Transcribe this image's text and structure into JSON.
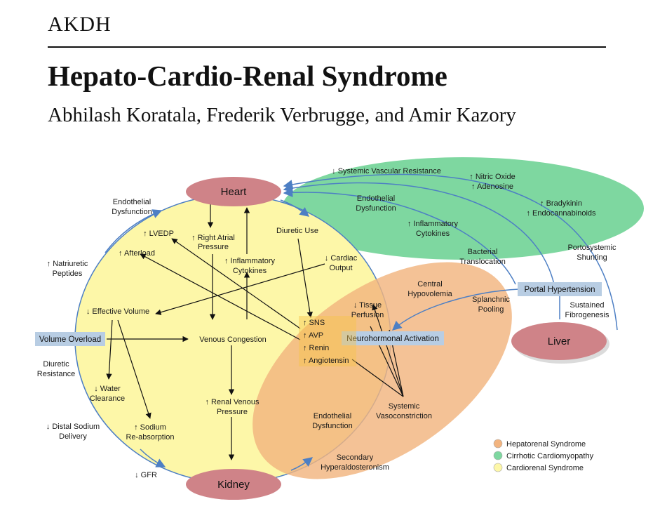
{
  "header": {
    "journal": "AKDH",
    "title": "Hepato-Cardio-Renal Syndrome",
    "authors": "Abhilash Koratala, Frederik Verbrugge, and Amir Kazory"
  },
  "colors": {
    "cardiorenal": "#fdf7a8",
    "hepatorenal": "#f2b47f",
    "cirrhotic": "#7ed7a0",
    "organ": "#cf8388",
    "box": "#b8cde3",
    "arrow_blue": "#4d7fc4",
    "highlight": "#f6c44c"
  },
  "organs": {
    "heart": "Heart",
    "kidney": "Kidney",
    "liver": "Liver"
  },
  "boxes": {
    "volume_overload": "Volume Overload",
    "neurohormonal": "Neurohormonal Activation",
    "portal_hypertension": "Portal Hypertension"
  },
  "labels": {
    "endothelial_dysfunction_1": [
      "Endothelial",
      "Dysfunction"
    ],
    "lvedp": "↑ LVEDP",
    "right_atrial_pressure": [
      "↑ Right Atrial",
      "Pressure"
    ],
    "diuretic_use": "Diuretic Use",
    "afterload": "↑ Afterload",
    "inflammatory_cytokines_1": [
      "↑ Inflammatory",
      "Cytokines"
    ],
    "cardiac_output": [
      "↓ Cardiac",
      "Output"
    ],
    "natriuretic_peptides": [
      "↑ Natriuretic",
      "Peptides"
    ],
    "effective_volume": "↓ Effective Volume",
    "tissue_perfusion": [
      "↓ Tissue",
      "Perfusion"
    ],
    "venous_congestion": "Venous Congestion",
    "hormones": [
      "↑ SNS",
      "↑ AVP",
      "↑ Renin",
      "↑ Angiotensin"
    ],
    "diuretic_resistance": [
      "Diuretic",
      "Resistance"
    ],
    "water_clearance": [
      "↓ Water",
      "Clearance"
    ],
    "renal_venous_pressure": [
      "↑ Renal Venous",
      "Pressure"
    ],
    "systemic_vasoconstriction": [
      "Systemic",
      "Vasoconstriction"
    ],
    "distal_sodium_delivery": [
      "↓ Distal Sodium",
      "Delivery"
    ],
    "sodium_reabsorption": [
      "↑ Sodium",
      "Re-absorption"
    ],
    "endothelial_dysfunction_2": [
      "Endothelial",
      "Dysfunction"
    ],
    "secondary_hyperaldosteronism": [
      "Secondary",
      "Hyperaldosteronism"
    ],
    "gfr": "↓ GFR",
    "systemic_vascular_resistance": "↓ Systemic Vascular  Resistance",
    "nitric_oxide": [
      "↑ Nitric Oxide",
      "↑ Adenosine"
    ],
    "endothelial_dysfunction_3": [
      "Endothelial",
      "Dysfunction"
    ],
    "bradykinin": [
      "↑ Bradykinin",
      "↑ Endocannabinoids"
    ],
    "inflammatory_cytokines_2": [
      "↑ Inflammatory",
      "Cytokines"
    ],
    "bacterial_translocation": [
      "Bacterial",
      "Translocation"
    ],
    "portosystemic_shunting": [
      "Portosystemic",
      "Shunting"
    ],
    "central_hypovolemia": [
      "Central",
      "Hypovolemia"
    ],
    "splanchnic_pooling": [
      "Splanchnic",
      "Pooling"
    ],
    "sustained_fibrogenesis": [
      "Sustained",
      "Fibrogenesis"
    ]
  },
  "legend": [
    {
      "label": "Hepatorenal Syndrome",
      "color": "#f2b47f"
    },
    {
      "label": "Cirrhotic Cardiomyopathy",
      "color": "#7ed7a0"
    },
    {
      "label": "Cardiorenal Syndrome",
      "color": "#fdf7a8"
    }
  ]
}
